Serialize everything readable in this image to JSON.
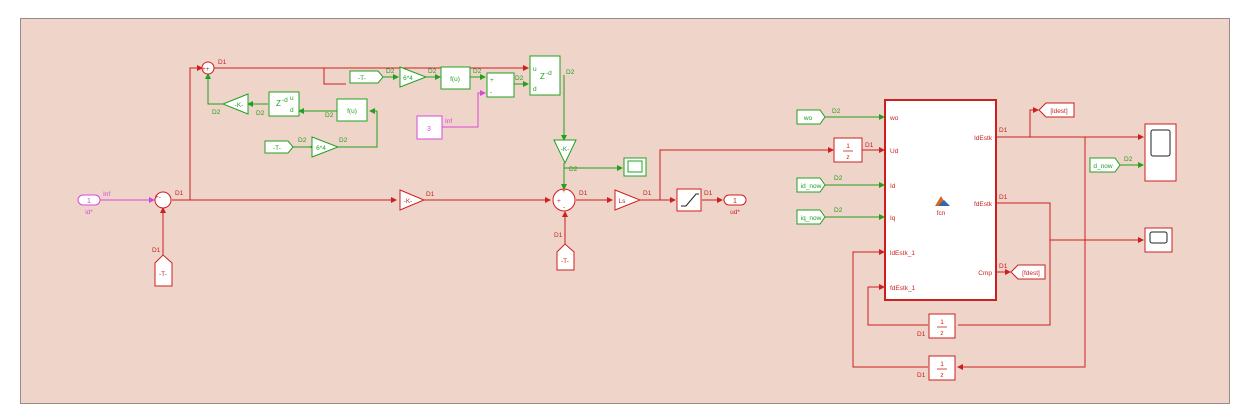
{
  "blocks": {
    "inport_num": "1",
    "inport_name": "id*",
    "sig_inf": "Inf",
    "const_3": "3",
    "gain_k": "-K-",
    "goto_t": "-T-",
    "pow": "6*4",
    "fu": "f(u)",
    "zd": "Z",
    "zd_sup": "-d",
    "var_u": "u",
    "var_d": "d",
    "ls": "Ls",
    "outport_num": "1",
    "outport_name": "ud*",
    "fcn": "fcn",
    "wo": "wo",
    "id_now": "id_now",
    "iq_now": "iq_now",
    "td_now": "d_now",
    "ldest": "[ldest]",
    "fdest": "[fdest]",
    "one": "1",
    "z": "z"
  },
  "signals": {
    "d1": "D1",
    "d2": "D2",
    "plus": "+",
    "minus": "-",
    "pm": "+-",
    "pp": "++"
  },
  "fcn_ports": {
    "in": [
      "wo",
      "Ud",
      "Id",
      "Iq",
      "ldEstk_1",
      "fdEstk_1"
    ],
    "out": [
      "ldEstk",
      "fdEstk",
      "Cmp"
    ]
  },
  "colors": {
    "canvas": "#efd4c9",
    "red": "#cc1f1f",
    "green": "#22a020",
    "magenta": "#d74ad7"
  }
}
